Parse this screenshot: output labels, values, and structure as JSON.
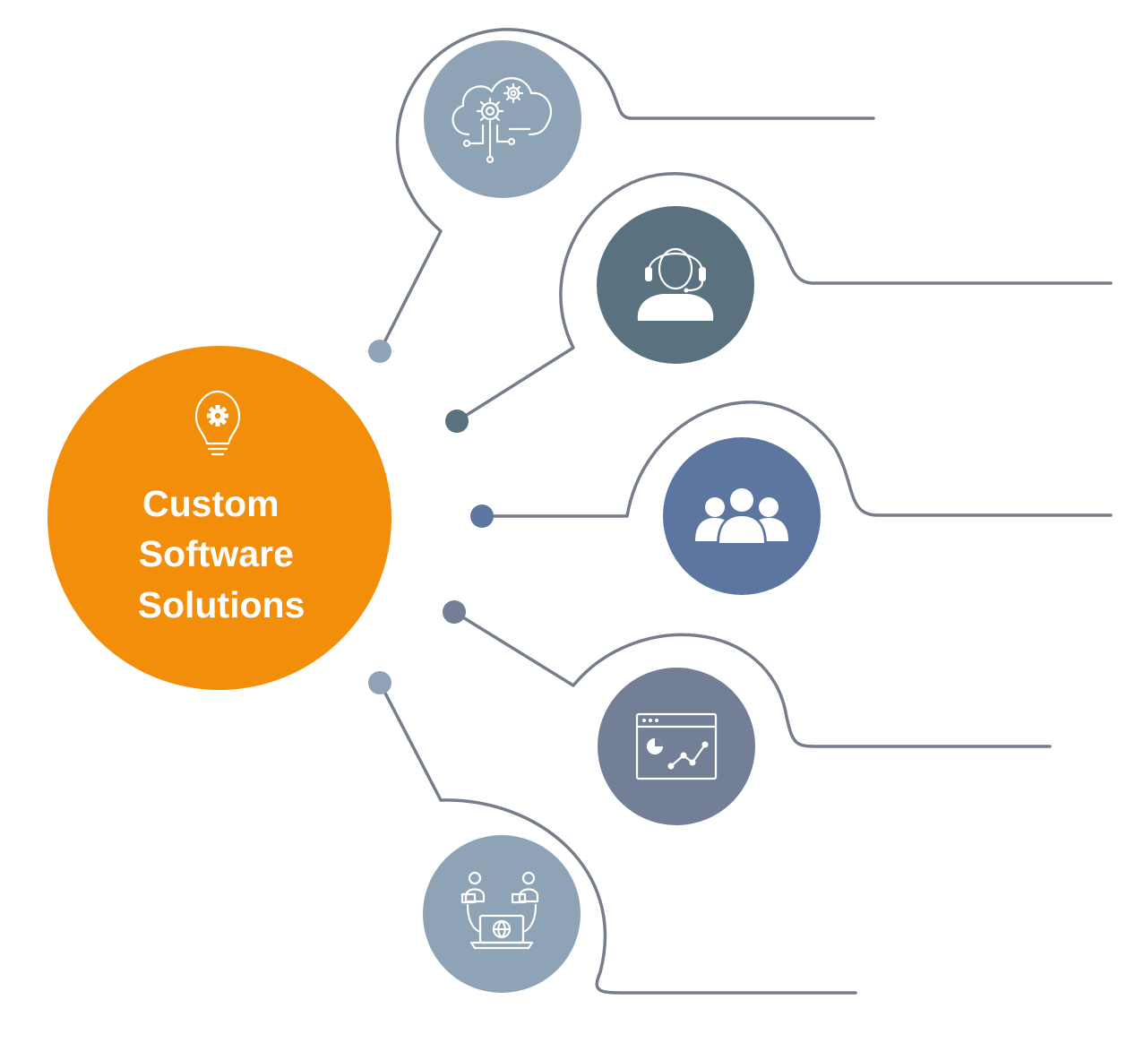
{
  "hub": {
    "title_lines": [
      "Custom",
      "Software",
      "Solutions"
    ],
    "icon": "lightbulb-gear-icon",
    "color": "#f28e0a"
  },
  "nodes": [
    {
      "id": "cloud",
      "icon": "cloud-gears-icon",
      "color": "#8ea3b6"
    },
    {
      "id": "support",
      "icon": "headset-support-icon",
      "color": "#5a7180"
    },
    {
      "id": "team",
      "icon": "team-group-icon",
      "color": "#5c76a0"
    },
    {
      "id": "analytics",
      "icon": "analytics-dashboard-icon",
      "color": "#737f97"
    },
    {
      "id": "remote",
      "icon": "remote-collaboration-icon",
      "color": "#8ea3b6"
    }
  ],
  "connector_color": "#767d8a"
}
